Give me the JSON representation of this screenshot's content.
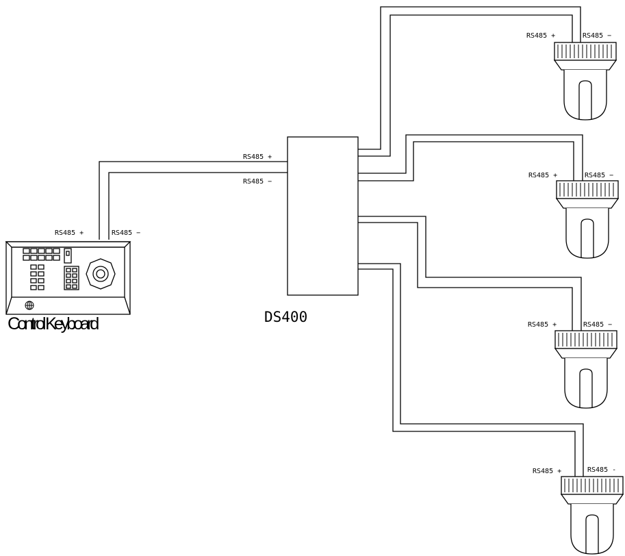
{
  "hub": {
    "label": "DS400"
  },
  "keyboard": {
    "label": "Control Keyboard",
    "plus_label": "RS485 +",
    "minus_label": "RS485 −"
  },
  "hub_inputs": {
    "plus_label": "RS485 +",
    "minus_label": "RS485 −"
  },
  "cameras": [
    {
      "plus_label": "RS485 +",
      "minus_label": "RS485 −"
    },
    {
      "plus_label": "RS485 +",
      "minus_label": "RS485 −"
    },
    {
      "plus_label": "RS485 +",
      "minus_label": "RS485 −"
    },
    {
      "plus_label": "RS485 +",
      "minus_label": "RS485 -"
    }
  ]
}
